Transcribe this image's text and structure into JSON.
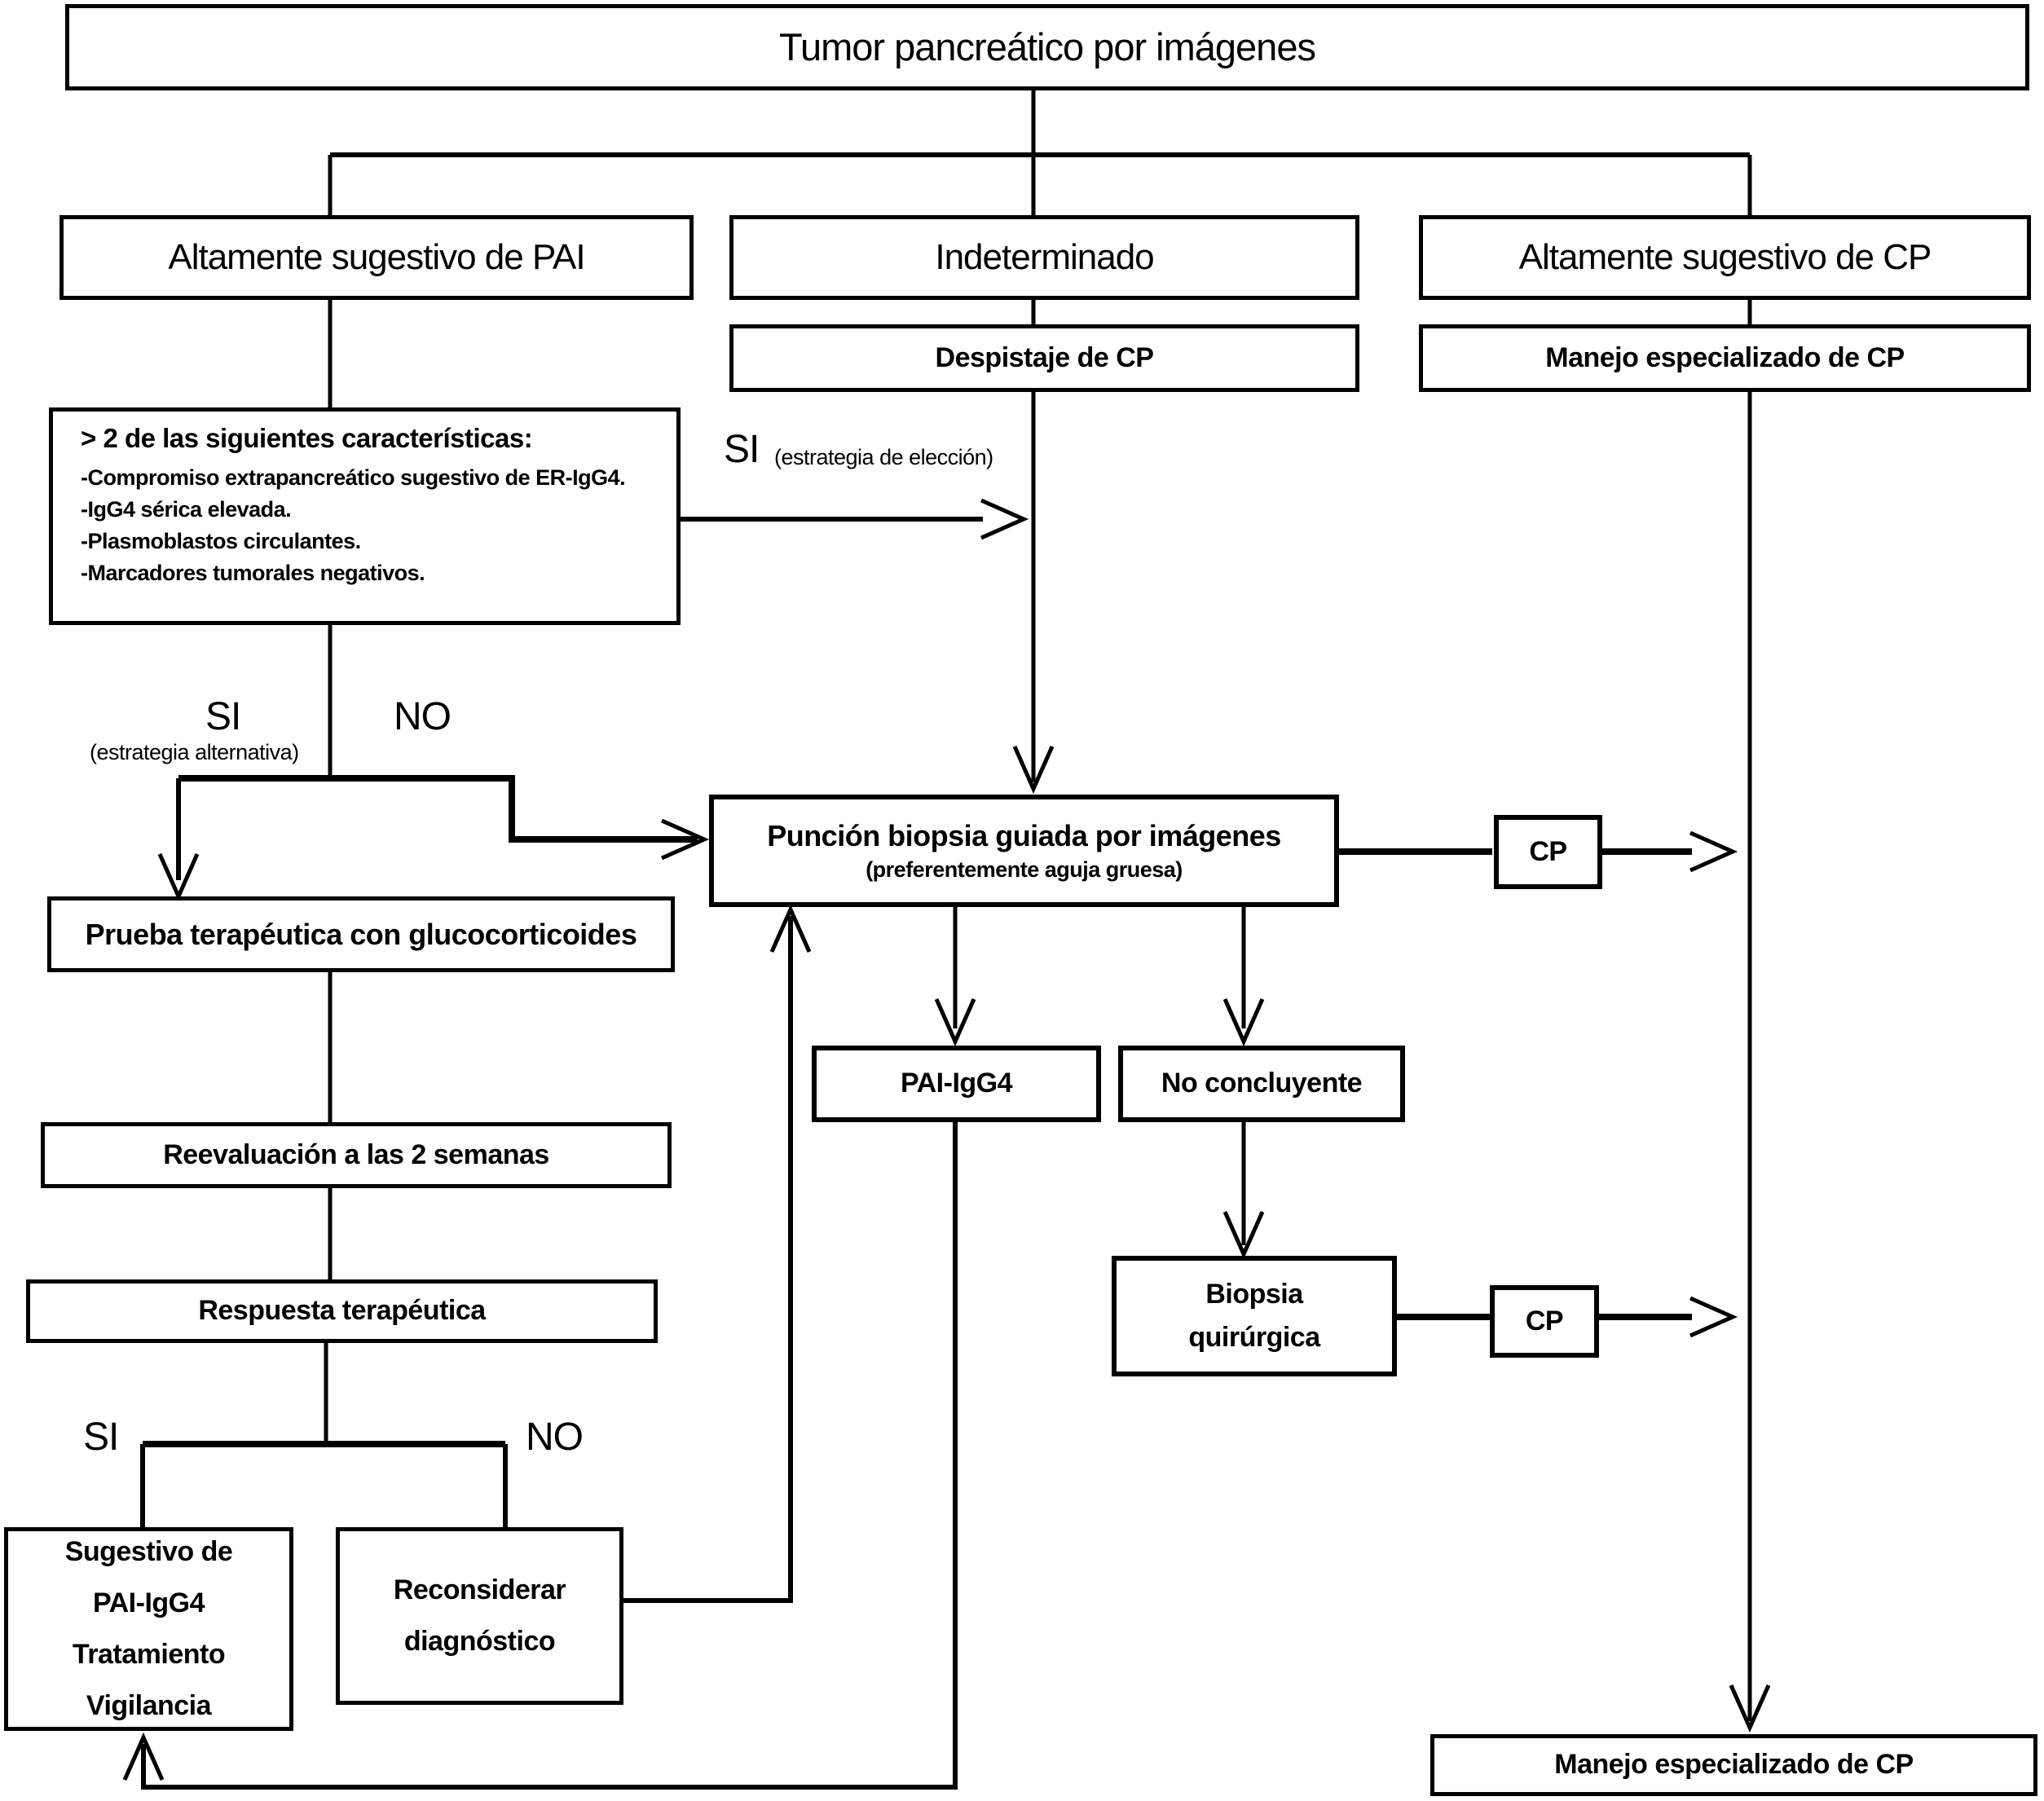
{
  "diagram": {
    "title": "Tumor pancreático por imágenes",
    "nodes": {
      "pai_header": {
        "label": "Altamente sugestivo de PAI"
      },
      "indeterminado": {
        "label": "Indeterminado"
      },
      "cp_header": {
        "label": "Altamente sugestivo de CP"
      },
      "despistaje": {
        "label": "Despistaje de CP"
      },
      "manejo_top": {
        "label": "Manejo especializado de CP"
      },
      "criterios": {
        "heading": "> 2 de las siguientes características:",
        "items": [
          "-Compromiso extrapancreático sugestivo de ER-IgG4.",
          "-IgG4 sérica elevada.",
          "-Plasmoblastos circulantes.",
          "-Marcadores tumorales negativos."
        ]
      },
      "prueba": {
        "label": "Prueba terapéutica con glucocorticoides"
      },
      "reevaluacion": {
        "label": "Reevaluación a las 2 semanas"
      },
      "respuesta": {
        "label": "Respuesta terapéutica"
      },
      "sugestivo": {
        "lines": [
          "Sugestivo de",
          "PAI-IgG4",
          "Tratamiento",
          "Vigilancia"
        ]
      },
      "reconsiderar": {
        "lines": [
          "Reconsiderar",
          "diagnóstico"
        ]
      },
      "puncion": {
        "title": "Punción biopsia guiada por imágenes",
        "subtitle": "(preferentemente aguja gruesa)"
      },
      "pai_igg4": {
        "label": "PAI-IgG4"
      },
      "no_concluyente": {
        "label": "No concluyente"
      },
      "biopsia": {
        "lines": [
          "Biopsia",
          "quirúrgica"
        ]
      },
      "cp_top": {
        "label": "CP"
      },
      "cp_bottom": {
        "label": "CP"
      },
      "manejo_bottom": {
        "label": "Manejo especializado de CP"
      }
    },
    "labels": {
      "si_eleccion": {
        "si": "SI",
        "detail": "(estrategia de elección)"
      },
      "si_alternativa": {
        "si": "SI",
        "detail": "(estrategia alternativa)"
      },
      "no_top": "NO",
      "si_bottom": "SI",
      "no_bottom": "NO"
    },
    "colors": {
      "line": "#000000",
      "background": "#ffffff"
    }
  }
}
